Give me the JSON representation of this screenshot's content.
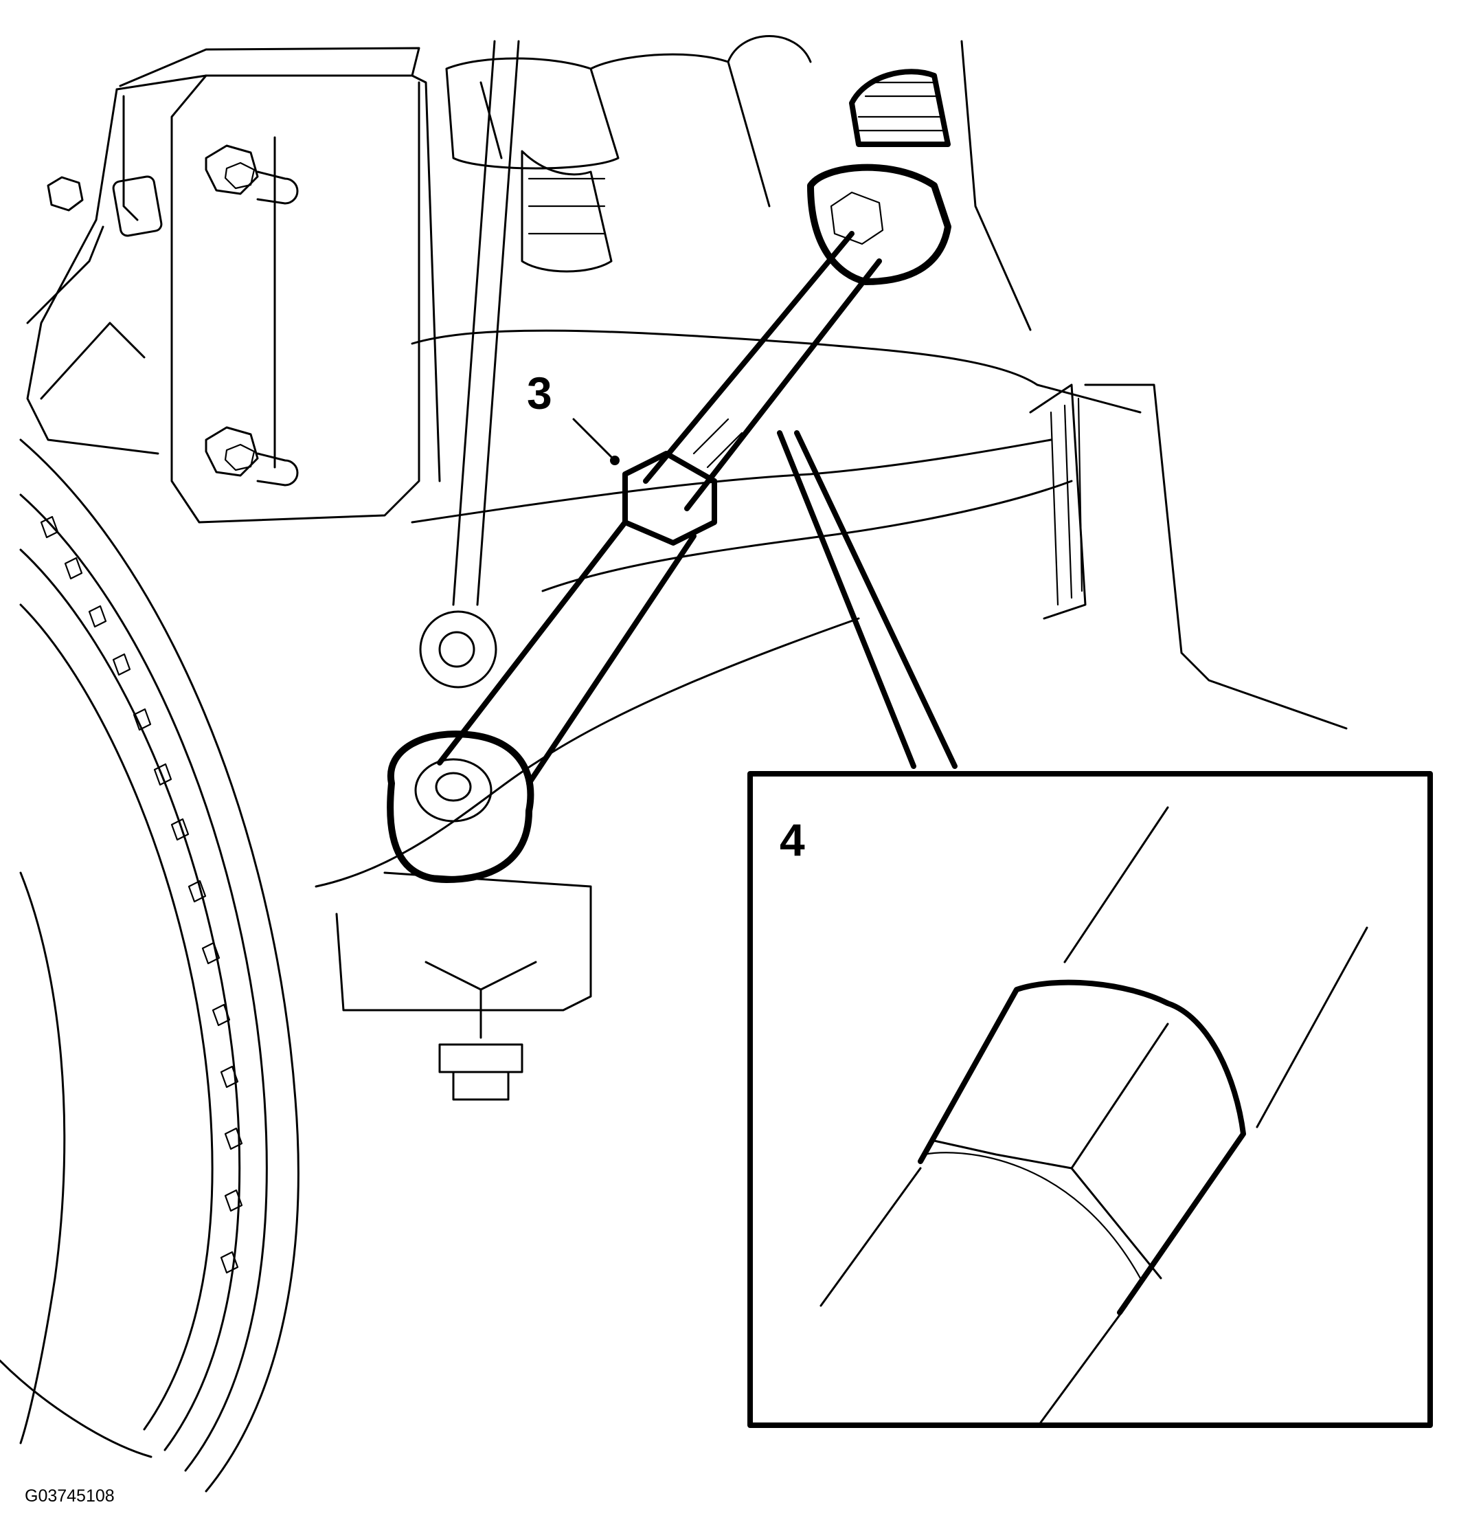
{
  "callouts": [
    {
      "id": "3",
      "label": "3"
    },
    {
      "id": "4",
      "label": "4"
    }
  ],
  "figure_id": "G03745108"
}
